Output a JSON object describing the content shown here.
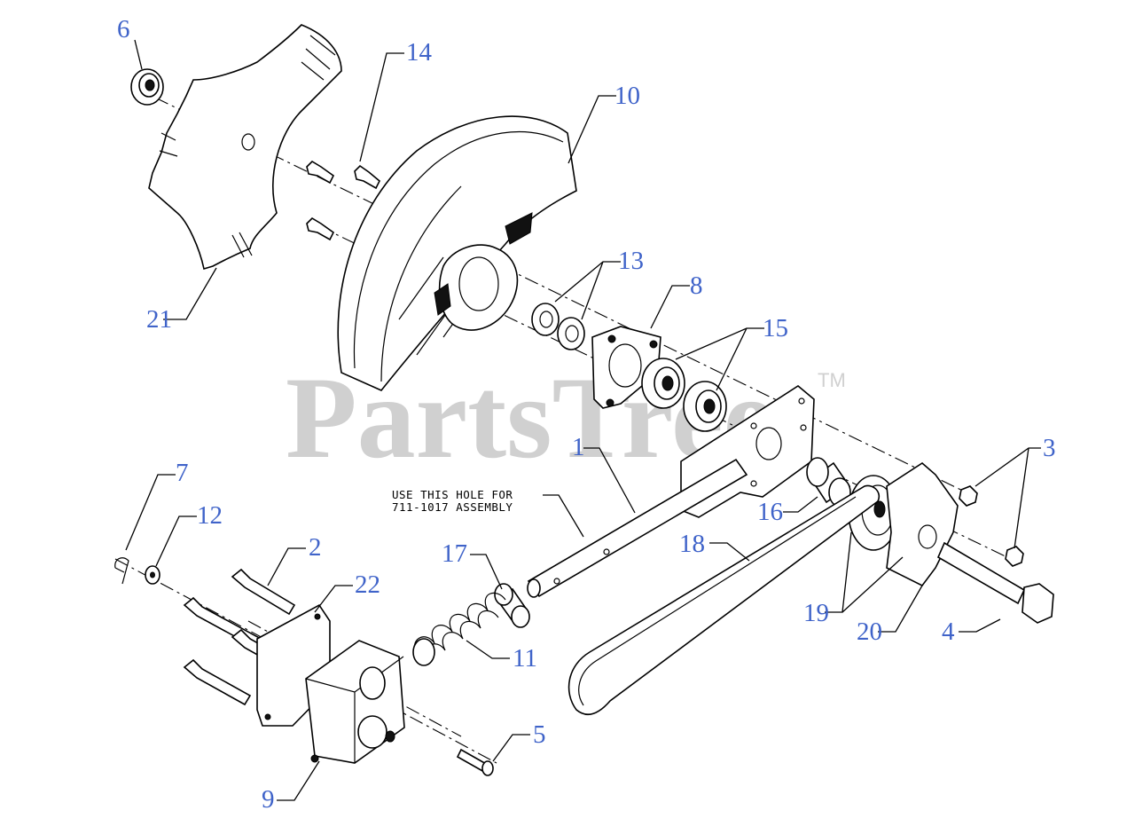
{
  "watermark": {
    "text": "PartsTree",
    "trademark": "TM"
  },
  "note": {
    "line1": "USE THIS HOLE FOR",
    "line2": "711-1017 ASSEMBLY"
  },
  "callouts": {
    "c1": "1",
    "c2": "2",
    "c3": "3",
    "c4": "4",
    "c5": "5",
    "c6": "6",
    "c7": "7",
    "c8": "8",
    "c9": "9",
    "c10": "10",
    "c11": "11",
    "c12": "12",
    "c13": "13",
    "c14": "14",
    "c15": "15",
    "c16": "16",
    "c17": "17",
    "c18": "18",
    "c19": "19",
    "c20": "20",
    "c21": "21",
    "c22": "22"
  },
  "colors": {
    "callout": "#3f63c9",
    "watermark": "#d0d0d0",
    "line": "#000000"
  }
}
